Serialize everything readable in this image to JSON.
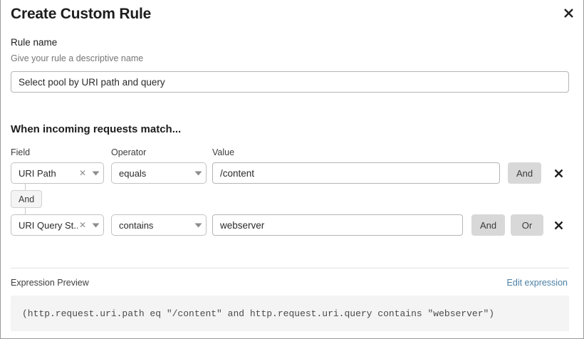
{
  "dialog": {
    "title": "Create Custom Rule",
    "close_icon": "close-icon"
  },
  "rule_name": {
    "label": "Rule name",
    "hint": "Give your rule a descriptive name",
    "value": "Select pool by URI path and query",
    "placeholder": "Rule name"
  },
  "match_section": {
    "heading": "When incoming requests match...",
    "columns": {
      "field": "Field",
      "operator": "Operator",
      "value": "Value"
    },
    "connector": {
      "label": "And"
    },
    "rows": [
      {
        "field": "URI Path",
        "field_clear_icon": "clear-icon",
        "field_caret_icon": "chevron-down-icon",
        "operator": "equals",
        "operator_caret_icon": "chevron-down-icon",
        "value": "/content",
        "value_placeholder": "Value",
        "and_label": "And",
        "delete_icon": "close-icon"
      },
      {
        "field": "URI Query St...",
        "field_clear_icon": "clear-icon",
        "field_caret_icon": "chevron-down-icon",
        "operator": "contains",
        "operator_caret_icon": "chevron-down-icon",
        "value": "webserver",
        "value_placeholder": "Value",
        "and_label": "And",
        "or_label": "Or",
        "delete_icon": "close-icon"
      }
    ]
  },
  "expression_preview": {
    "label": "Expression Preview",
    "edit_link": "Edit expression",
    "expression": "(http.request.uri.path eq \"/content\" and http.request.uri.query contains \"webserver\")"
  },
  "colors": {
    "link": "#4a7fa5",
    "button_grey": "#d8d8d8",
    "preview_bg": "#f4f4f4"
  }
}
